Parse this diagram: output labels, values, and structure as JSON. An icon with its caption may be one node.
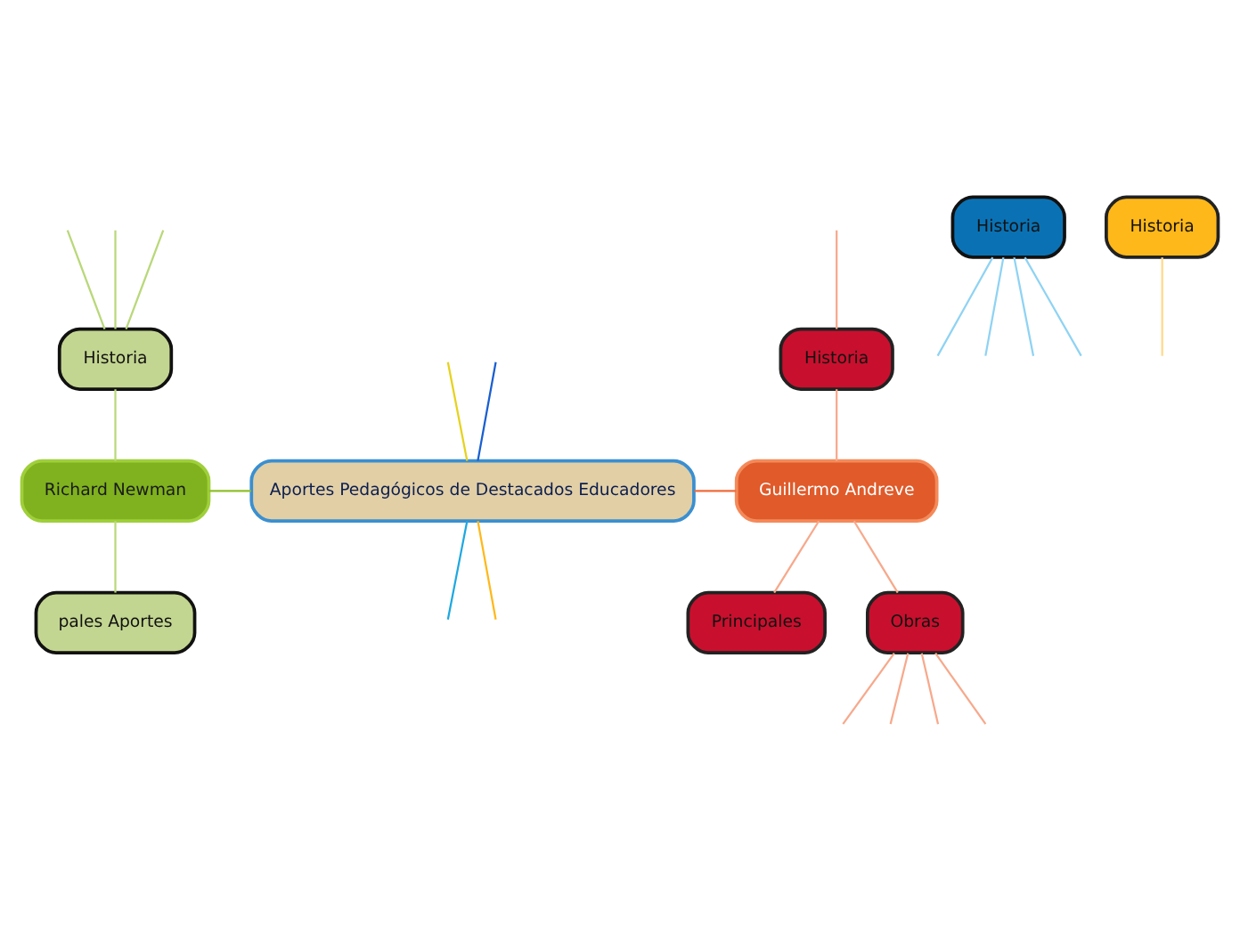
{
  "diagram": {
    "nodes": [
      {
        "text": [
          "Aportes Pedagógicos de Destacados Educadores"
        ]
      },
      {
        "text": [
          "Richard Newman"
        ]
      },
      {
        "text": [
          "Historia"
        ]
      },
      {
        "text": [
          "pales Aportes"
        ]
      },
      {
        "text": [
          "Guillermo Andreve"
        ]
      },
      {
        "text": [
          "Historia"
        ]
      },
      {
        "text": [
          "Principales"
        ]
      },
      {
        "text": [
          "Obras"
        ]
      },
      {
        "text": [
          "Historia"
        ]
      },
      {
        "text": [
          "Historia"
        ]
      }
    ],
    "edges": [
      {
        "from": 0,
        "to": null,
        "arrow": "none",
        "color": "#e6d21e"
      },
      {
        "from": 0,
        "to": null,
        "arrow": "none",
        "color": "#1a5fd0"
      },
      {
        "from": 0,
        "to": 1,
        "arrow": "none",
        "color": "#8fbf2a"
      },
      {
        "from": 1,
        "to": 2,
        "arrow": "none",
        "color": "#b9d87a"
      },
      {
        "from": 2,
        "to": null,
        "arrow": "none",
        "color": "#b9d87a"
      },
      {
        "from": 2,
        "to": null,
        "arrow": "none",
        "color": "#b9d87a"
      },
      {
        "from": 2,
        "to": null,
        "arrow": "none",
        "color": "#b9d87a"
      },
      {
        "from": 1,
        "to": 3,
        "arrow": "none",
        "color": "#b9d87a"
      },
      {
        "from": 0,
        "to": 4,
        "arrow": "none",
        "color": "#f06a3a"
      },
      {
        "from": 4,
        "to": 5,
        "arrow": "none",
        "color": "#f7a98c"
      },
      {
        "from": 5,
        "to": null,
        "arrow": "none",
        "color": "#f7a98c"
      },
      {
        "from": 4,
        "to": 6,
        "arrow": "none",
        "color": "#f7a98c"
      },
      {
        "from": 4,
        "to": 7,
        "arrow": "none",
        "color": "#f7a98c"
      },
      {
        "from": 7,
        "to": null,
        "arrow": "none",
        "color": "#f7a98c"
      },
      {
        "from": 7,
        "to": null,
        "arrow": "none",
        "color": "#f7a98c"
      },
      {
        "from": 7,
        "to": null,
        "arrow": "none",
        "color": "#f7a98c"
      },
      {
        "from": 7,
        "to": null,
        "arrow": "none",
        "color": "#f7a98c"
      },
      {
        "from": 0,
        "to": null,
        "arrow": "none",
        "color": "#1ea8e0"
      },
      {
        "from": 8,
        "to": null,
        "arrow": "none",
        "color": "#8fd3f3"
      },
      {
        "from": 8,
        "to": null,
        "arrow": "none",
        "color": "#8fd3f3"
      },
      {
        "from": 8,
        "to": null,
        "arrow": "none",
        "color": "#8fd3f3"
      },
      {
        "from": 8,
        "to": null,
        "arrow": "none",
        "color": "#8fd3f3"
      },
      {
        "from": 0,
        "to": null,
        "arrow": "none",
        "color": "#ffb81a"
      },
      {
        "from": 9,
        "to": null,
        "arrow": "none",
        "color": "#ffd98a"
      }
    ]
  }
}
